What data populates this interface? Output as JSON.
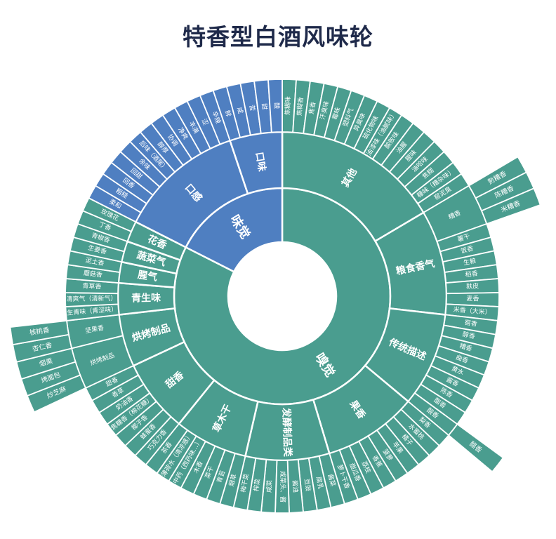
{
  "chart_data": {
    "type": "sunburst",
    "title": "特香型白酒风味轮",
    "colors": {
      "嗅觉": "#4a9d8f",
      "味觉": "#4f7fc1",
      "title": "#1f2a4a"
    },
    "root": [
      {
        "name": "嗅觉",
        "children": [
          {
            "name": "其他",
            "children": [
              {
                "name": "焦糊味"
              },
              {
                "name": "焦糊香"
              },
              {
                "name": "焦香"
              },
              {
                "name": "汗臭味"
              },
              {
                "name": "霉味"
              },
              {
                "name": "塑料气"
              },
              {
                "name": "异臭味"
              },
              {
                "name": "硫化物味"
              },
              {
                "name": "油漆味（油腻味）"
              },
              {
                "name": "酸败味"
              },
              {
                "name": "油腥"
              },
              {
                "name": "腥味"
              },
              {
                "name": "油哈味"
              },
              {
                "name": "焦糊"
              },
              {
                "name": "糠味（糟杂味）"
              },
              {
                "name": "窖泥臭"
              }
            ]
          },
          {
            "name": "粮食香气",
            "children": [
              {
                "name": "糟香",
                "children": [
                  {
                    "name": "熟糟香"
                  },
                  {
                    "name": "陈糟香"
                  },
                  {
                    "name": "米糟香"
                  }
                ]
              },
              {
                "name": "薯干"
              },
              {
                "name": "饭香"
              },
              {
                "name": "生粮"
              },
              {
                "name": "稻香"
              },
              {
                "name": "麸皮"
              },
              {
                "name": "麦香"
              },
              {
                "name": "米香（大米）"
              }
            ]
          },
          {
            "name": "传统描述",
            "children": [
              {
                "name": "窖香"
              },
              {
                "name": "醇香"
              },
              {
                "name": "糟香"
              },
              {
                "name": "曲香"
              },
              {
                "name": "黄水"
              },
              {
                "name": "酱香"
              },
              {
                "name": "陈香"
              },
              {
                "name": "酯香"
              },
              {
                "name": "酸香",
                "children": [
                  {
                    "name": "醋香"
                  }
                ]
              }
            ]
          },
          {
            "name": "果香",
            "children": [
              {
                "name": "梨香"
              },
              {
                "name": "水蜜桃"
              },
              {
                "name": "橘子"
              },
              {
                "name": "苹果"
              },
              {
                "name": "菠萝"
              },
              {
                "name": "香蕉"
              },
              {
                "name": "荔枝"
              },
              {
                "name": "甜瓜香"
              },
              {
                "name": "萝卜干香"
              }
            ]
          },
          {
            "name": "发酵制品类",
            "children": [
              {
                "name": "酱菜"
              },
              {
                "name": "腐乳"
              },
              {
                "name": "豆豉"
              },
              {
                "name": "酱油"
              },
              {
                "name": "咸菜头、酱"
              },
              {
                "name": "咸菜"
              },
              {
                "name": "榨菜"
              },
              {
                "name": "梅干菜"
              }
            ]
          },
          {
            "name": "草木干",
            "children": [
              {
                "name": "烟草"
              },
              {
                "name": "青苔"
              },
              {
                "name": "菜干"
              },
              {
                "name": "木香"
              },
              {
                "name": "中药（西药味…）"
              },
              {
                "name": "薄荷水（清凉感）"
              },
              {
                "name": "茶香"
              }
            ]
          },
          {
            "name": "甜香",
            "children": [
              {
                "name": "巧克力香"
              },
              {
                "name": "蜂蜜香"
              },
              {
                "name": "椰子香"
              },
              {
                "name": "焦糖香（棉花糖）"
              },
              {
                "name": "奶油香"
              },
              {
                "name": "香草"
              },
              {
                "name": "甜香"
              }
            ]
          },
          {
            "name": "烘烤制品",
            "children": [
              {
                "name": "烘烤制品",
                "children": [
                  {
                    "name": "炒芝麻"
                  },
                  {
                    "name": "烤面包"
                  },
                  {
                    "name": "烟熏"
                  }
                ]
              },
              {
                "name": "坚果香",
                "children": [
                  {
                    "name": "杏仁香"
                  },
                  {
                    "name": "核桃香"
                  }
                ]
              }
            ]
          },
          {
            "name": "青生味",
            "children": [
              {
                "name": "生青味（青涩味）"
              },
              {
                "name": "清爽气（清新气）"
              },
              {
                "name": "青草香"
              }
            ]
          },
          {
            "name": "腥气",
            "children": [
              {
                "name": "蘑菇香"
              },
              {
                "name": "泥土香"
              }
            ]
          },
          {
            "name": "蔬菜气",
            "children": [
              {
                "name": "生姜香"
              },
              {
                "name": "青椒香"
              }
            ]
          },
          {
            "name": "花香",
            "children": [
              {
                "name": "丁香"
              },
              {
                "name": "玫瑰花"
              }
            ]
          }
        ]
      },
      {
        "name": "味觉",
        "children": [
          {
            "name": "口感",
            "children": [
              {
                "name": "柔和"
              },
              {
                "name": "粗糙"
              },
              {
                "name": "回香"
              },
              {
                "name": "回甜"
              },
              {
                "name": "余味"
              },
              {
                "name": "后味（酒尾）"
              },
              {
                "name": "醇厚"
              },
              {
                "name": "协调"
              },
              {
                "name": "净爽"
              },
              {
                "name": "丰满"
              },
              {
                "name": "涩"
              },
              {
                "name": "辛辣"
              }
            ]
          },
          {
            "name": "口味",
            "children": [
              {
                "name": "鲜"
              },
              {
                "name": "咸"
              },
              {
                "name": "苦"
              },
              {
                "name": "甜"
              },
              {
                "name": "酸"
              }
            ]
          }
        ]
      }
    ]
  }
}
